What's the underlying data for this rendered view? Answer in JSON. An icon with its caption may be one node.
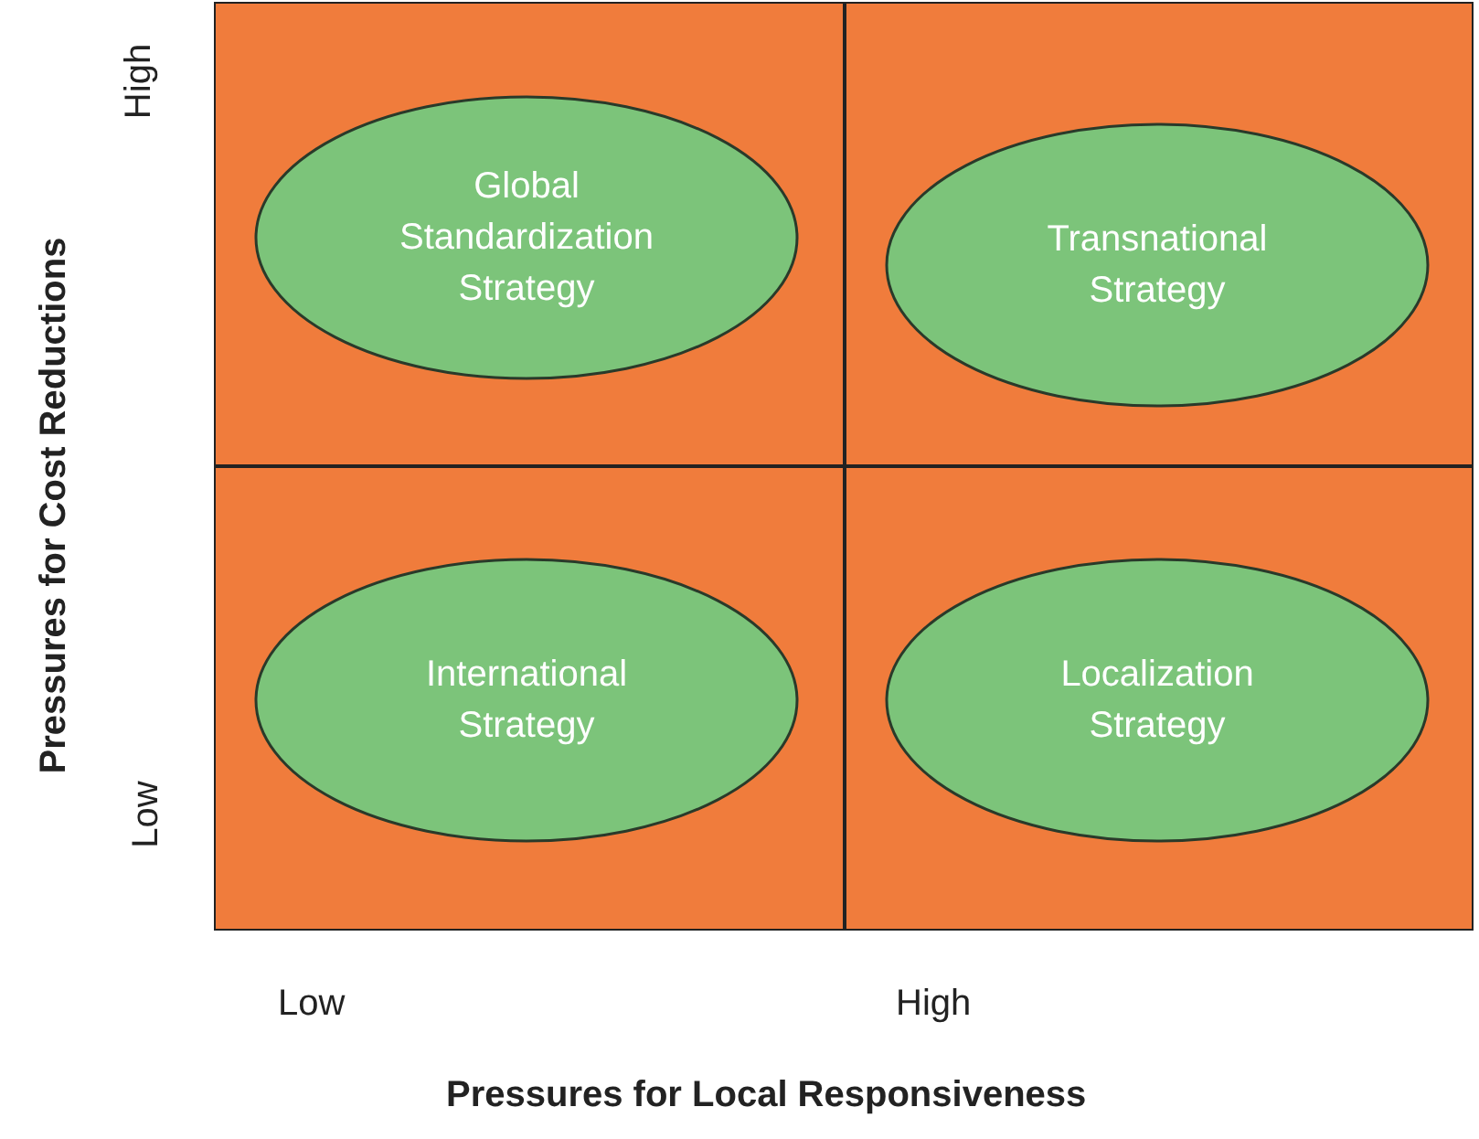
{
  "diagram": {
    "nodes": [
      {
        "text": [
          "Global Standardization Strategy"
        ]
      },
      {
        "text": [
          "Transnational Strategy"
        ]
      },
      {
        "text": [
          "International Strategy"
        ]
      },
      {
        "text": [
          "Localization Strategy"
        ]
      }
    ],
    "labels": [
      "High",
      "Low",
      "Pressures for Cost Reductions",
      "Low",
      "High",
      "Pressures for Local Responsiveness"
    ]
  }
}
